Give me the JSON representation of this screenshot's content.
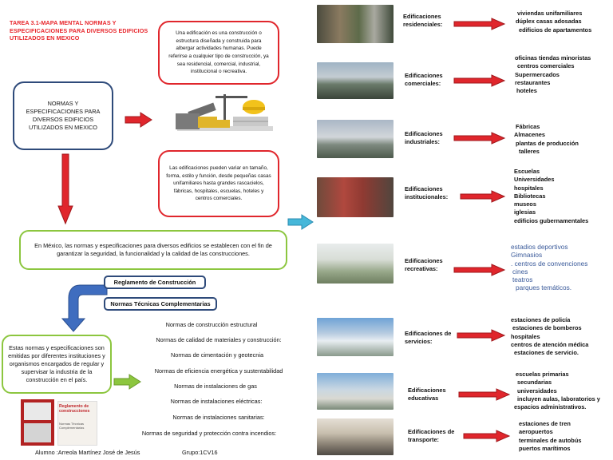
{
  "title": "TAREA 3.1-MAPA  MENTAL NORMAS Y ESPECIFICACIONES PARA DIVERSOS EDIFICIOS UTILIZADOS  EN MEXICO",
  "main_box": "NORMAS Y ESPECIFICACIONES PARA DIVERSOS EDIFICIOS UTILIZADOS EN MEXICO",
  "def_box": "Una edificación es una construcción o estructura diseñada y construida para albergar actividades humanas. Puede referirse a cualquier tipo de construcción, ya sea residencial, comercial, industrial, institucional o recreativa.",
  "vary_box": "Las edificaciones pueden variar en tamaño, forma, estilo y función, desde pequeñas casas unifamiliares hasta grandes rascacielos, fábricas, hospitales, escuelas, hoteles y centros comerciales.",
  "purpose_box": "En México, las normas y especificaciones para diversos edificios se establecen con el fin de garantizar la seguridad, la funcionalidad y la calidad de las construcciones.",
  "reg_tags": [
    "Reglamento de Construcción",
    "Normas Técnicas Complementarias"
  ],
  "entities_box": "Estas normas y especificaciones son emitidas por diferentes instituciones y organismos encargados de regular y supervisar la industria de la construcción en el país.",
  "norms": [
    "Normas de construcción estructural",
    "Normas de calidad de materiales y construcción:",
    "Normas de cimentación y geotecnia",
    "Normas de eficiencia energética y sustentabilidad",
    "Normas de instalaciones de gas",
    "Normas de instalaciones eléctricas:",
    "Normas de instalaciones sanitarias:",
    "Normas de seguridad y protección contra incendios:"
  ],
  "book": {
    "title": "Reglamento de construcciones",
    "subtitle": "Normas Técnicas Complementarias"
  },
  "footer": {
    "student": "Alumno :Arreola Martínez José de Jesús",
    "group": "Grupo:1CV16"
  },
  "categories": [
    {
      "label": "Edificaciones residenciales:",
      "examples": [
        "viviendas unifamiliares",
        "dúplex casas adosadas",
        "edificios de apartamentos"
      ]
    },
    {
      "label": "Edificaciones comerciales:",
      "examples": [
        "oficinas tiendas minoristas",
        "centros comerciales",
        "Supermercados",
        "restaurantes",
        "hoteles"
      ]
    },
    {
      "label": "Edificaciones industriales:",
      "examples": [
        "Fábricas",
        "Almacenes",
        "plantas de producción",
        "talleres"
      ]
    },
    {
      "label": "Edificaciones institucionales:",
      "examples": [
        "Escuelas",
        "Universidades",
        "hospitales",
        "Bibliotecas",
        "museos",
        "iglesias",
        "edificios gubernamentales"
      ]
    },
    {
      "label": "Edificaciones recreativas:",
      "examples": [
        "estadios deportivos",
        "Gimnasios",
        ". centros de convenciones",
        "cines",
        "teatros",
        "parques temáticos."
      ]
    },
    {
      "label": "Edificaciones de servicios:",
      "examples": [
        "estaciones de policía",
        "estaciones de bomberos",
        "hospitales",
        "centros de atención médica",
        "estaciones de servicio."
      ]
    },
    {
      "label": "Edificaciones educativas",
      "examples": [
        "escuelas primarias",
        "secundarias",
        "universidades",
        "incluyen aulas, laboratorios y",
        "espacios administrativos."
      ]
    },
    {
      "label": "Edificaciones de transporte:",
      "examples": [
        "estaciones de tren",
        "aeropuertos",
        "terminales de autobús",
        "puertos marítimos"
      ]
    }
  ]
}
